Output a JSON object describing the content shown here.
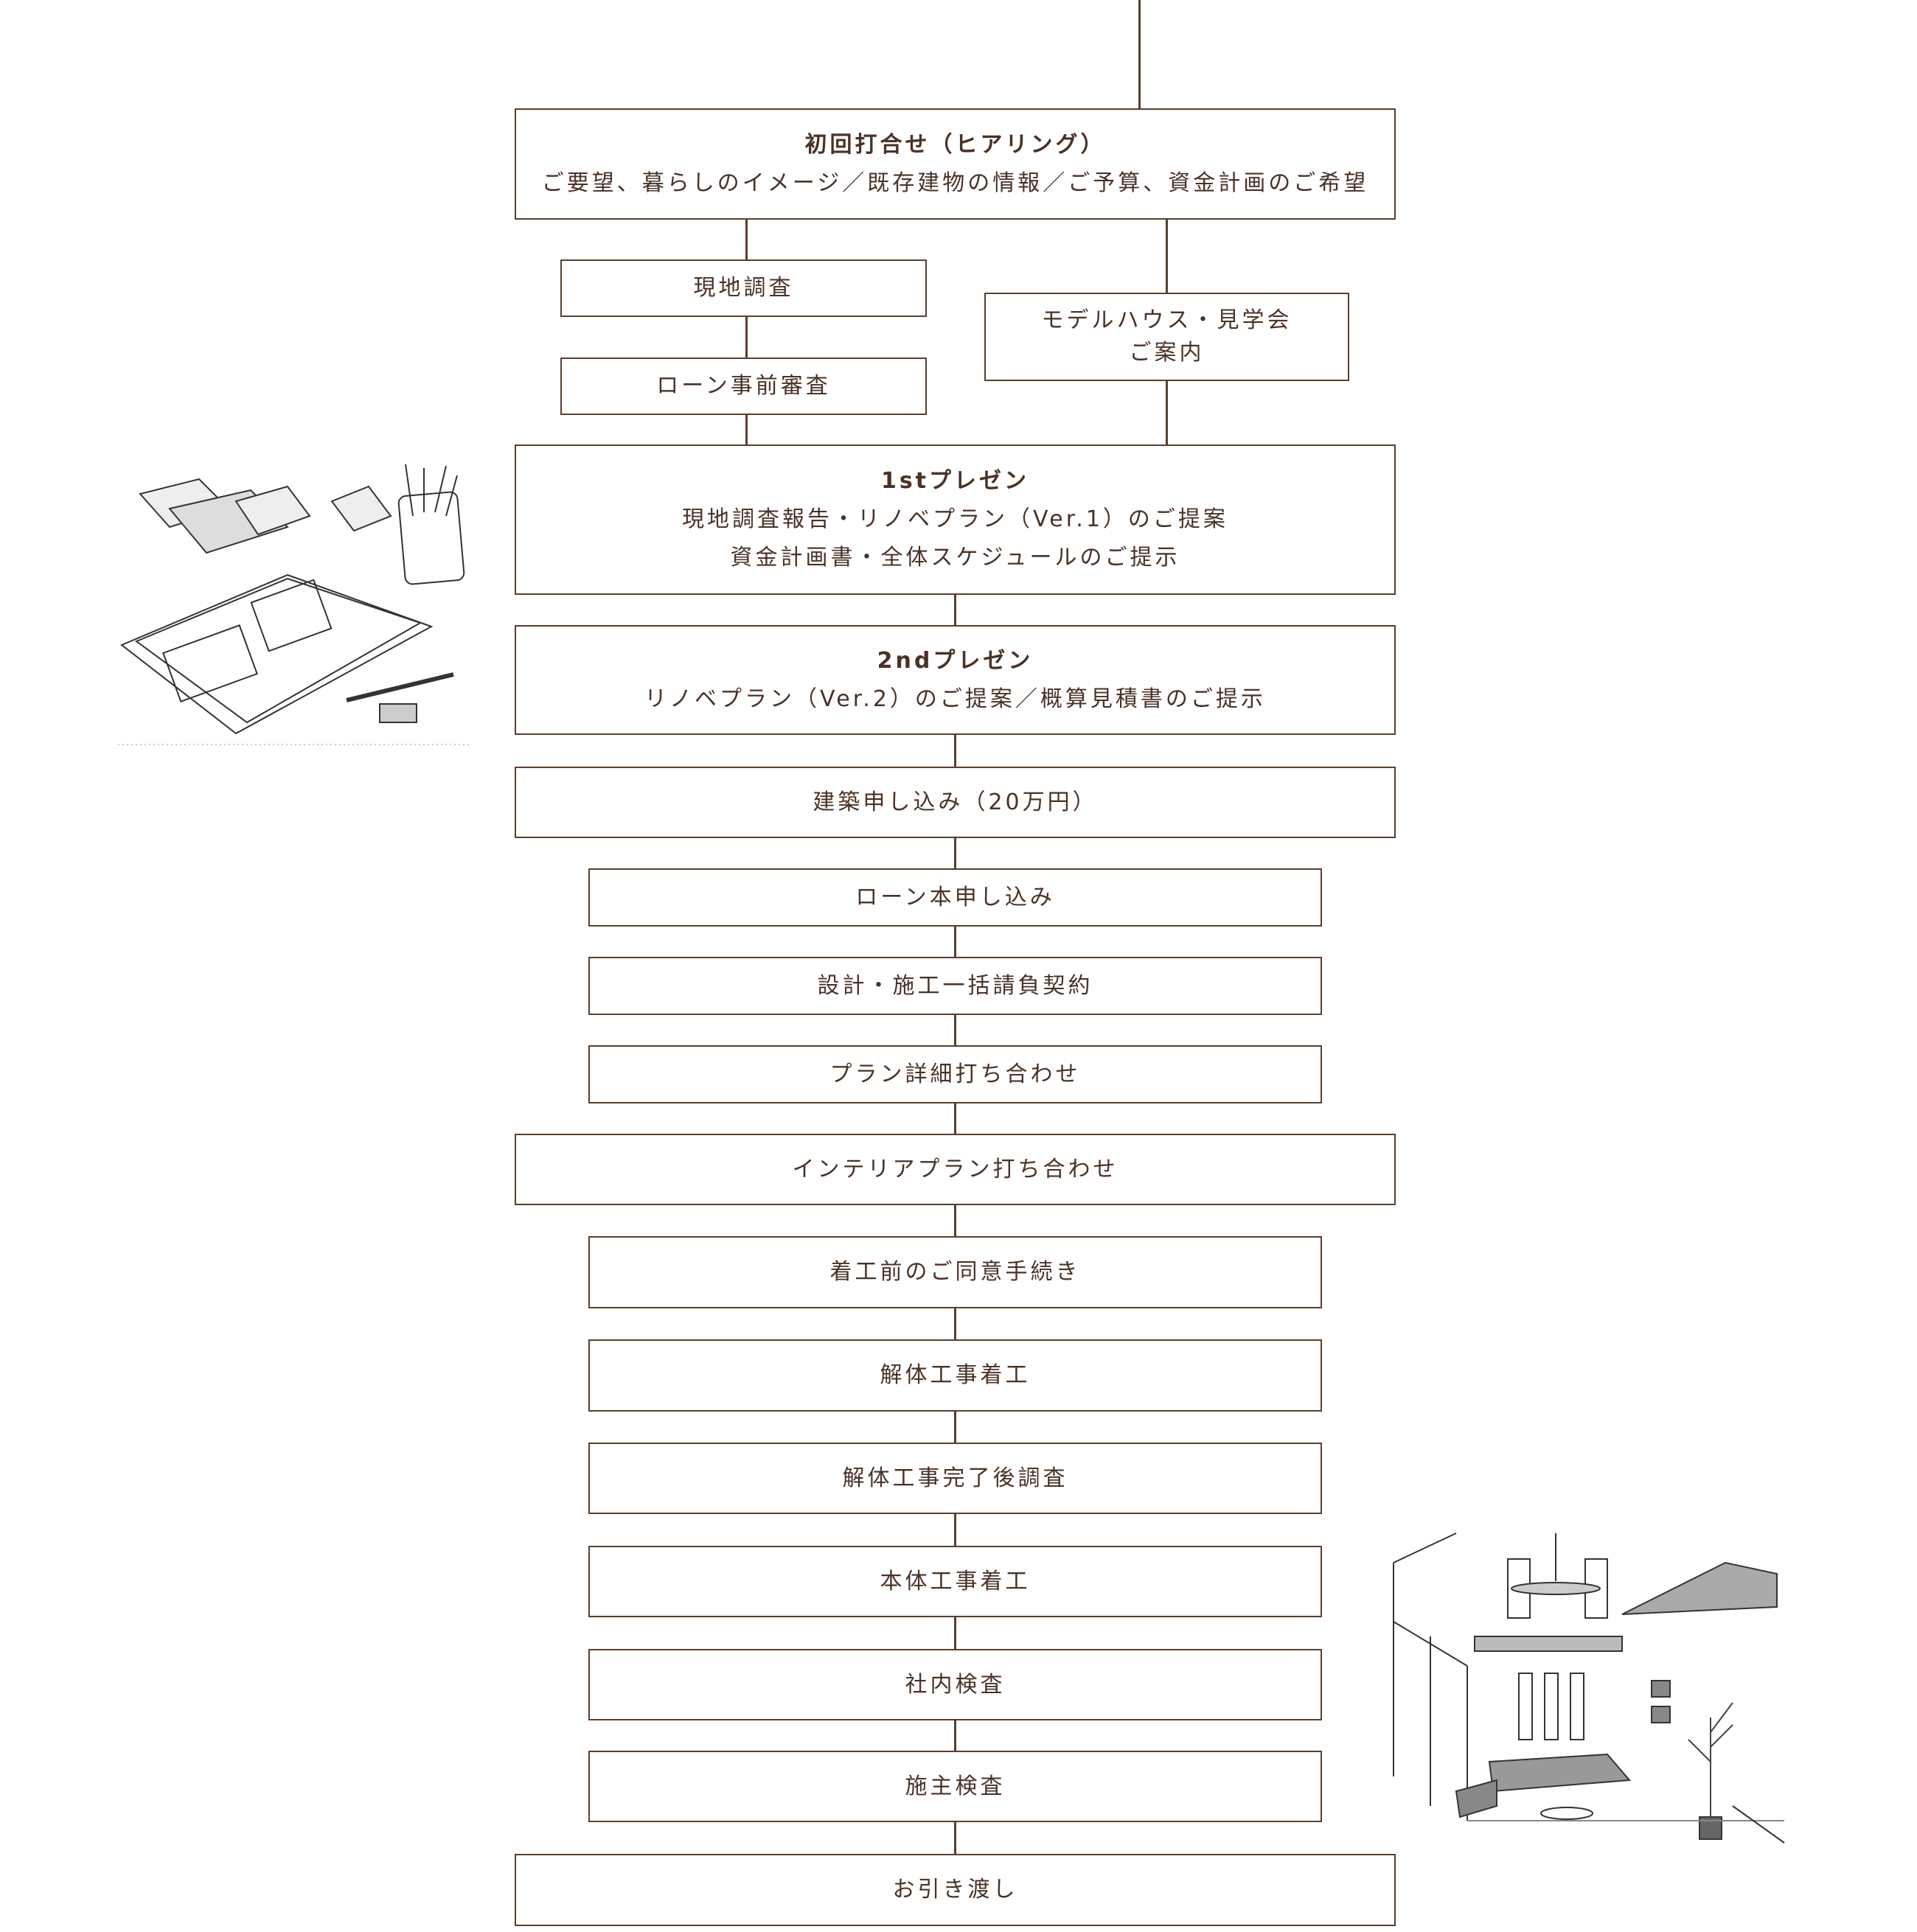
{
  "steps": {
    "s1": {
      "title": "初回打合せ（ヒアリング）",
      "desc": "ご要望、暮らしのイメージ／既存建物の情報／ご予算、資金計画のご希望"
    },
    "survey": "現地調査",
    "loan_pre": "ローン事前審査",
    "model": {
      "line1": "モデルハウス・見学会",
      "line2": "ご案内"
    },
    "p1": {
      "title": "1stプレゼン",
      "line1": "現地調査報告・リノベプラン（Ver.1）のご提案",
      "line2": "資金計画書・全体スケジュールのご提示"
    },
    "p2": {
      "title": "2ndプレゼン",
      "line1": "リノベプラン（Ver.2）のご提案／概算見積書のご提示"
    },
    "apply": "建築申し込み（20万円）",
    "loan_main": "ローン本申し込み",
    "contract": "設計・施工一括請負契約",
    "plan_detail": "プラン詳細打ち合わせ",
    "interior": "インテリアプラン打ち合わせ",
    "consent": "着工前のご同意手続き",
    "demolition": "解体工事着工",
    "post_demo": "解体工事完了後調査",
    "main_work": "本体工事着工",
    "inspection_internal": "社内検査",
    "inspection_owner": "施主検査",
    "handover": "お引き渡し"
  },
  "colors": {
    "line": "#5a3e2e",
    "text": "#4a3226"
  }
}
